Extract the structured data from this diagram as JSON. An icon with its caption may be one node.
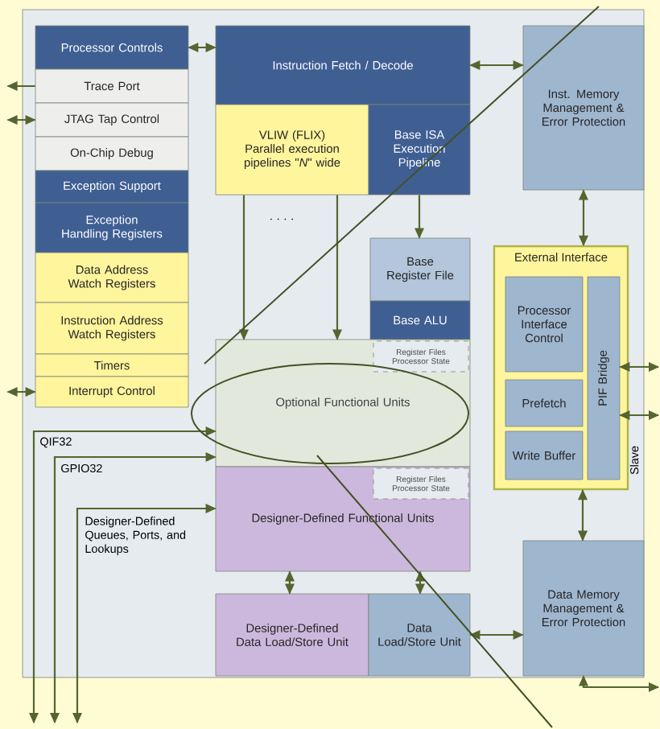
{
  "diagram": {
    "nodes": [
      {
        "text": [
          "Processor Controls"
        ]
      },
      {
        "text": [
          "Trace Port"
        ]
      },
      {
        "text": [
          "JTAG Tap Control"
        ]
      },
      {
        "text": [
          "On-Chip Debug"
        ]
      },
      {
        "text": [
          "Exception Support"
        ]
      },
      {
        "text": [
          "Exception Handling Registers"
        ]
      },
      {
        "text": [
          "Data Address Watch Registers"
        ]
      },
      {
        "text": [
          "Instruction Address Watch Registers"
        ]
      },
      {
        "text": [
          "Timers"
        ]
      },
      {
        "text": [
          "Interrupt Control"
        ]
      },
      {
        "text": [
          "Instruction Fetch / Decode"
        ]
      },
      {
        "text": [
          "VLIW (FLIX) Parallel execution pipelines \"*N*\" wide"
        ]
      },
      {
        "text": [
          "Base ISA Execution Pipeline"
        ]
      },
      {
        "text": [
          "Inst. Memory Management & Error Protection"
        ]
      },
      {
        "text": [
          "Base Register File"
        ]
      },
      {
        "text": [
          "Base ALU"
        ]
      },
      {
        "text": [
          "Register Files Processor State"
        ],
        "in": 17
      },
      {
        "text": [
          "Optional Functional Units"
        ]
      },
      {
        "text": [
          "Designer-Defined Functional Units"
        ]
      },
      {
        "text": [
          "Register Files Processor State"
        ],
        "in": 18
      },
      {
        "text": [
          "Designer-Defined Data Load/Store Unit"
        ]
      },
      {
        "text": [
          "Data Load/Store Unit"
        ]
      },
      {
        "text": [
          "External Interface"
        ]
      },
      {
        "text": [
          "Processor Interface Control"
        ],
        "in": 22
      },
      {
        "text": [
          "Prefetch"
        ],
        "in": 22
      },
      {
        "text": [
          "Write Buffer"
        ],
        "in": 22
      },
      {
        "text": [
          "PIF Bridge"
        ],
        "in": 22,
        "beside": [
          "Slave"
        ]
      },
      {
        "text": [
          "Data Memory Management & Error Protection"
        ]
      }
    ],
    "edges": [
      {
        "from": 0,
        "to": 10,
        "arrow": "both"
      },
      {
        "from": 1,
        "to": null,
        "arrow": "to"
      },
      {
        "from": 2,
        "to": null,
        "arrow": "both"
      },
      {
        "from": 9,
        "to": null,
        "arrow": "both"
      },
      {
        "from": 10,
        "to": 13,
        "arrow": "both"
      },
      {
        "from": 11,
        "to": 17,
        "arrow": "to"
      },
      {
        "from": 11,
        "to": 17,
        "arrow": "to"
      },
      {
        "from": 12,
        "to": 14,
        "arrow": "to"
      },
      {
        "from": 13,
        "to": 22,
        "arrow": "both"
      },
      {
        "from": 26,
        "to": null,
        "arrow": "both"
      },
      {
        "from": 26,
        "to": null,
        "arrow": "both"
      },
      {
        "from": 22,
        "to": 27,
        "arrow": "both"
      },
      {
        "from": 18,
        "to": 20,
        "arrow": "both"
      },
      {
        "from": 18,
        "to": 21,
        "arrow": "both"
      },
      {
        "from": 21,
        "to": 27,
        "arrow": "both"
      },
      {
        "from": 27,
        "to": null,
        "arrow": "both"
      },
      {
        "from": null,
        "to": 17,
        "arrow": "both"
      },
      {
        "from": null,
        "to": 17,
        "arrow": "both"
      },
      {
        "from": null,
        "to": 18,
        "arrow": "both"
      }
    ],
    "labels": [
      "· · · ·",
      "QIF32",
      "GPIO32",
      "Designer-Defined Queues, Ports, and Lookups"
    ]
  }
}
